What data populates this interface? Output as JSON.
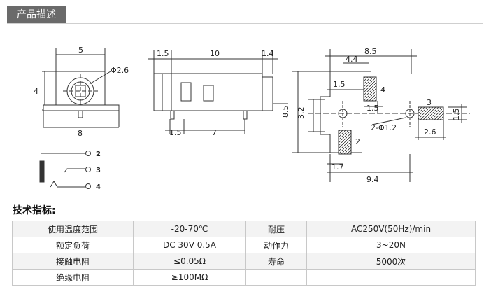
{
  "header": {
    "tab_label": "产品描述"
  },
  "drawing": {
    "front_view": {
      "width": "5",
      "hole": "Φ2.6",
      "height": "4",
      "base": "8"
    },
    "side_view": {
      "left": "1.5",
      "body": "10",
      "right": "1.4",
      "pin_left": "1.5",
      "pin_pitch": "7"
    },
    "pcb_view": {
      "total": "8.5",
      "offset": "4.4",
      "pad_top": "1.5",
      "pad_top_h": "1.5",
      "height_outer": "8.5",
      "height_inner": "3.2",
      "hole_dim": "2-Φ1.2",
      "pad3_h": "1.5",
      "pad3_w": "2.6",
      "pad2_w": "1.7",
      "span": "9.4",
      "pad_labels": [
        "4",
        "3",
        "2"
      ]
    },
    "schematic": {
      "pins": [
        "2",
        "3",
        "4"
      ]
    }
  },
  "spec": {
    "title": "技术指标:",
    "rows": [
      [
        "使用温度范围",
        "-20-70℃",
        "耐压",
        "AC250V(50Hz)/min"
      ],
      [
        "额定负荷",
        "DC 30V 0.5A",
        "动作力",
        "3~20N"
      ],
      [
        "接触电阻",
        "≤0.05Ω",
        "寿命",
        "5000次"
      ],
      [
        "绝缘电阻",
        "≥100MΩ",
        "",
        ""
      ]
    ]
  }
}
